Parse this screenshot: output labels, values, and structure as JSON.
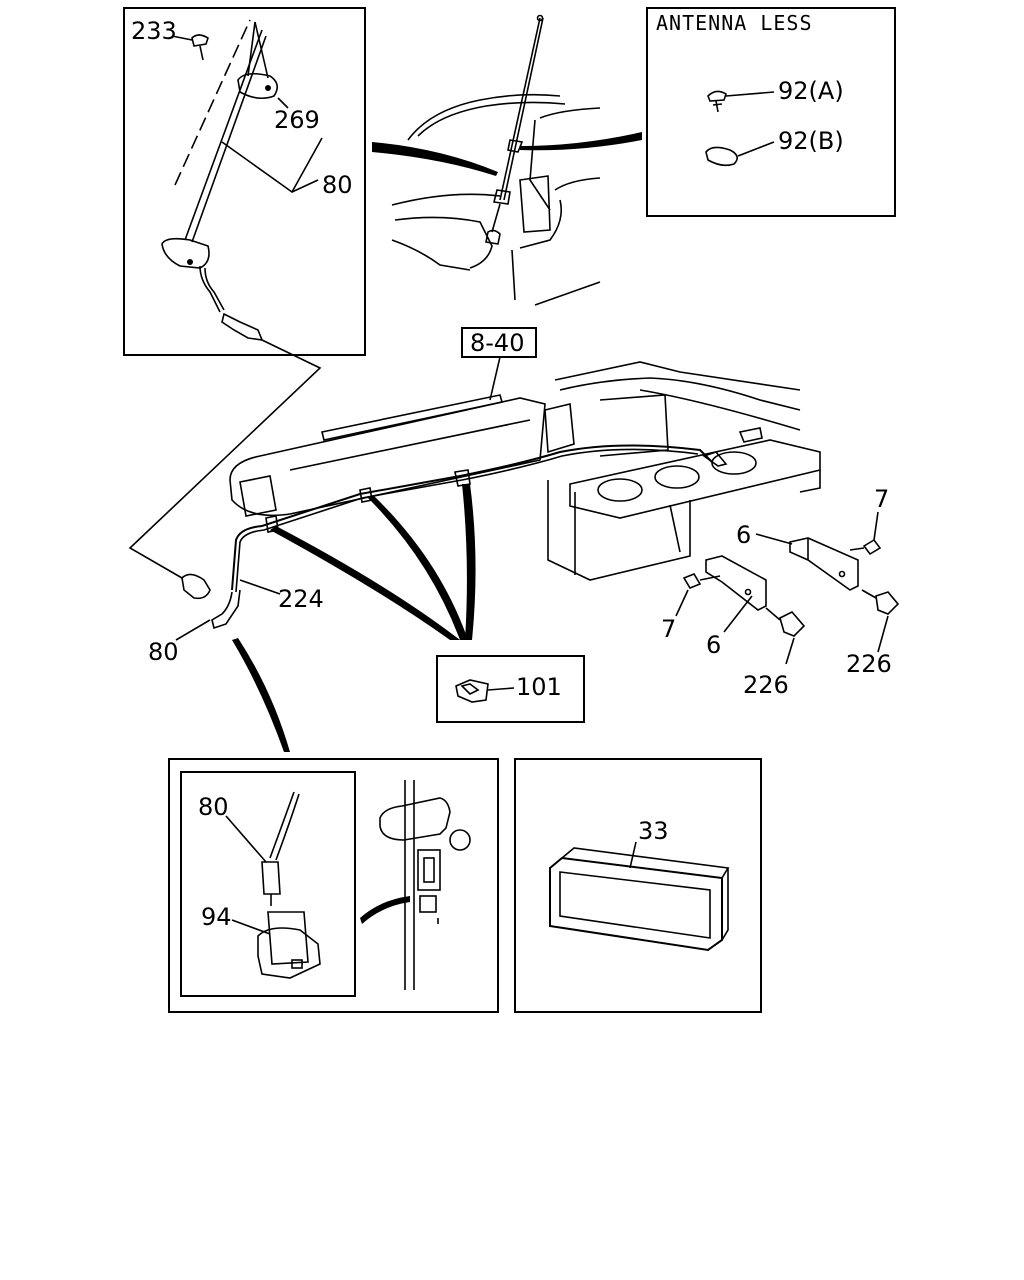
{
  "insets": {
    "antenna_less_title": "ANTENNA LESS",
    "ref_box": "8-40"
  },
  "callouts": {
    "c233": "233",
    "c269": "269",
    "c80_top": "80",
    "c92a": "92(A)",
    "c92b": "92(B)",
    "c7_right": "7",
    "c6_right": "6",
    "c7_left": "7",
    "c6_left": "6",
    "c226_left": "226",
    "c226_right": "226",
    "c224": "224",
    "c80_mid": "80",
    "c101": "101",
    "c80_bottom": "80",
    "c94": "94",
    "c33": "33"
  }
}
